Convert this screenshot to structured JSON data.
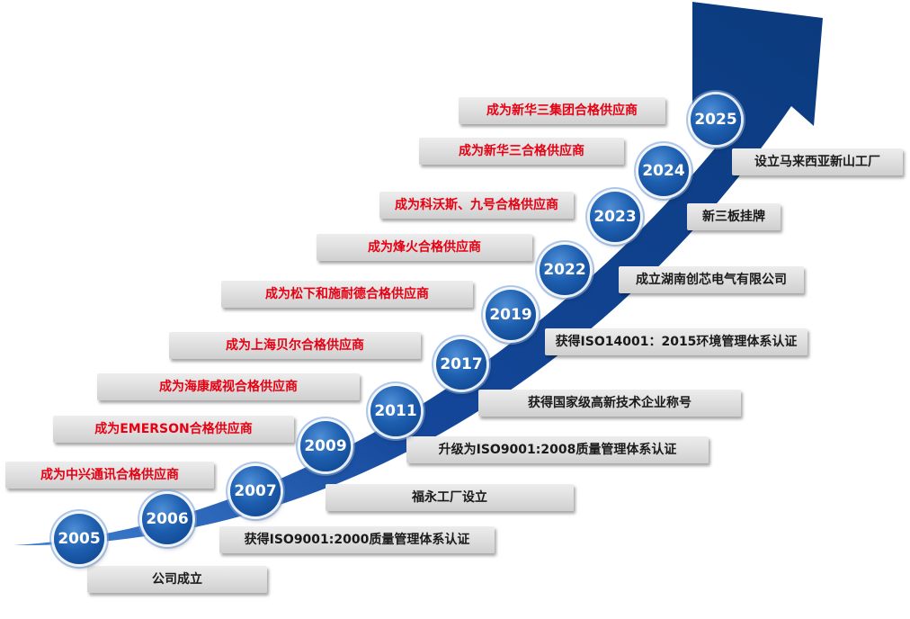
{
  "colors": {
    "arrow_dark": "#0b3a7d",
    "arrow_light": "#3f7fd0",
    "badge_blue": "#1e5fb0",
    "label_gray": "#dcdcdc",
    "highlight_red": "#e60012"
  },
  "years": [
    "2005",
    "2006",
    "2007",
    "2009",
    "2011",
    "2017",
    "2019",
    "2022",
    "2023",
    "2024",
    "2025"
  ],
  "milestones_lower": [
    "公司成立",
    "获得ISO9001:2000质量管理体系认证",
    "福永工厂设立",
    "升级为ISO9001:2008质量管理体系认证",
    "获得国家级高新技术企业称号",
    "获得ISO14001：2015环境管理体系认证",
    "成立湖南创芯电气有限公司",
    "新三板挂牌",
    "设立马来西亚新山工厂"
  ],
  "milestones_upper": [
    "成为中兴通讯合格供应商",
    "成为EMERSON合格供应商",
    "成为海康威视合格供应商",
    "成为上海贝尔合格供应商",
    "成为松下和施耐德合格供应商",
    "成为烽火合格供应商",
    "成为科沃斯、九号合格供应商",
    "成为新华三合格供应商",
    "成为新华三集团合格供应商"
  ]
}
